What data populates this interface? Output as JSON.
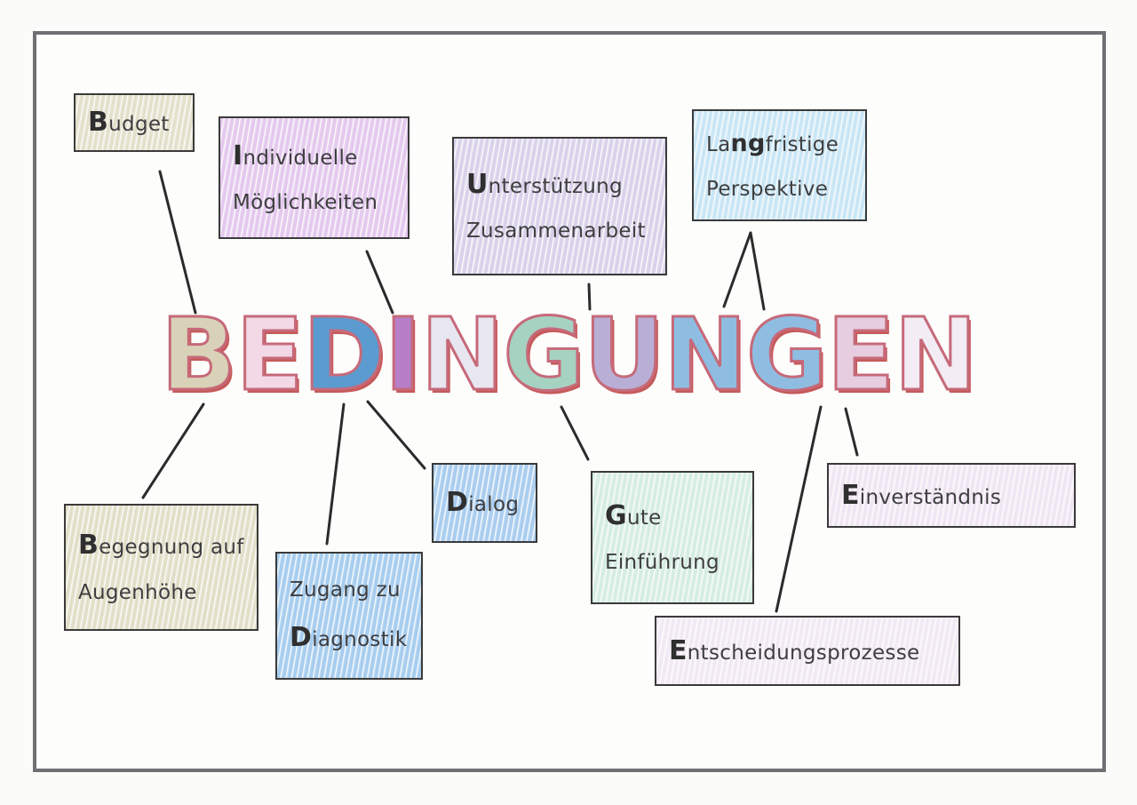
{
  "title_letters": [
    "B",
    "E",
    "D",
    "I",
    "N",
    "G",
    "U",
    "N",
    "G",
    "E",
    "N"
  ],
  "title_colors": [
    "#d9d2b8",
    "#f3d8e6",
    "#5b9bd0",
    "#b67fc7",
    "#e8e6f0",
    "#a6d2c1",
    "#b9aed6",
    "#8fbde2",
    "#8fbde2",
    "#e7cde0",
    "#f3ecf4"
  ],
  "boxes": {
    "budget": {
      "initial": "B",
      "rest": "udget",
      "color": "#e3e0cc"
    },
    "individuelle": {
      "initial": "I",
      "rest": "ndividuelle",
      "line2": "Möglichkeiten",
      "color": "#e4c9ee"
    },
    "unterstuetzung": {
      "initial": "U",
      "rest": "nterstützung",
      "line2": "Zusammenarbeit",
      "color": "#d9d2ea"
    },
    "langfristige": {
      "pre": "La",
      "initial": "ng",
      "rest": "fristige",
      "line2": "Perspektive",
      "color": "#c9e6f5"
    },
    "begegnung": {
      "initial": "B",
      "rest": "egegnung auf",
      "line2": "Augenhöhe",
      "color": "#e2dfc9"
    },
    "zugang": {
      "line1": "Zugang zu",
      "initial": "D",
      "rest": "iagnostik",
      "color": "#a7cdef"
    },
    "dialog": {
      "initial": "D",
      "rest": "ialog",
      "color": "#a9cdef"
    },
    "gute": {
      "initial": "G",
      "rest": "ute",
      "line2": "Einführung",
      "color": "#d6ede2"
    },
    "einverstaendnis": {
      "initial": "E",
      "rest": "inverständnis",
      "color": "#f0e6f3"
    },
    "entscheidung": {
      "initial": "E",
      "rest": "ntscheidungsprozesse",
      "color": "#f1e9f4"
    }
  },
  "line_color": "#2b2b2b"
}
